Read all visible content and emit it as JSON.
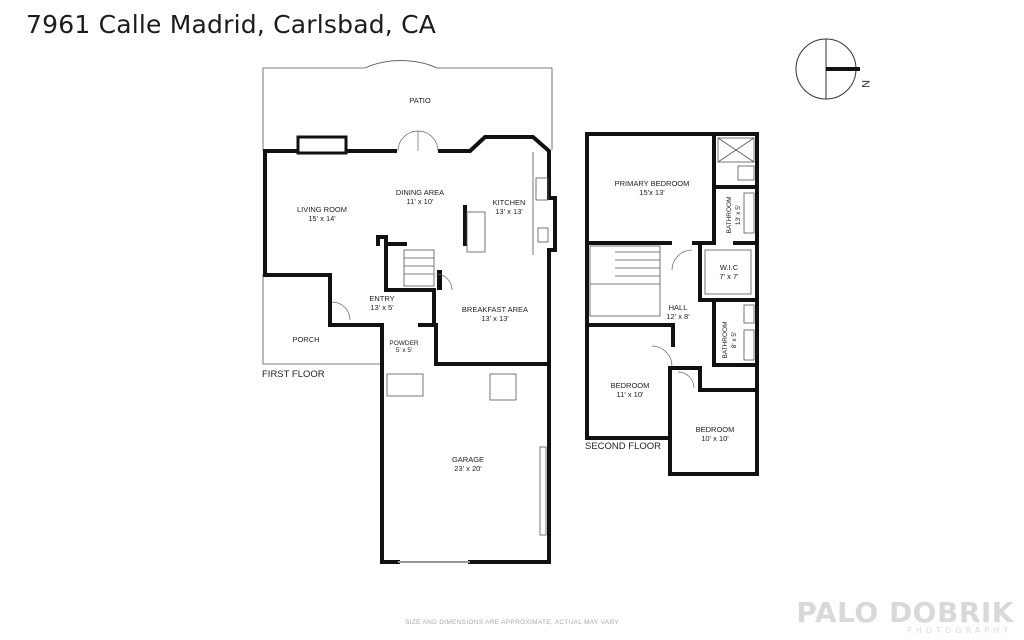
{
  "title": "7961 Calle Madrid, Carlsbad, CA",
  "compass": {
    "letter": "N"
  },
  "first_floor": {
    "label": "FIRST FLOOR",
    "rooms": {
      "patio": {
        "name": "PATIO"
      },
      "living_room": {
        "name": "LIVING ROOM",
        "dims": "15' x 14'"
      },
      "dining_area": {
        "name": "DINING AREA",
        "dims": "11' x 10'"
      },
      "kitchen": {
        "name": "KITCHEN",
        "dims": "13' x 13'"
      },
      "entry": {
        "name": "ENTRY",
        "dims": "13' x 5'"
      },
      "breakfast_area": {
        "name": "BREAKFAST AREA",
        "dims": "13' x 13'"
      },
      "porch": {
        "name": "PORCH"
      },
      "powder": {
        "name": "POWDER",
        "dims": "5' x 5'"
      },
      "garage": {
        "name": "GARAGE",
        "dims": "23' x 20'"
      }
    }
  },
  "second_floor": {
    "label": "SECOND FLOOR",
    "rooms": {
      "primary_bedroom": {
        "name": "PRIMARY BEDROOM",
        "dims": "15'x 13'"
      },
      "primary_bathroom": {
        "name": "BATHROOM",
        "dims": "13' x 5'"
      },
      "wic": {
        "name": "W.I.C",
        "dims": "7' x 7'"
      },
      "hall": {
        "name": "HALL",
        "dims": "12' x 8'"
      },
      "hall_bathroom": {
        "name": "BATHROOM",
        "dims": "8' x 5'"
      },
      "bedroom_1": {
        "name": "BEDROOM",
        "dims": "11' x 10'"
      },
      "bedroom_2": {
        "name": "BEDROOM",
        "dims": "10' x 10'"
      }
    }
  },
  "footer_note": "SIZE AND DIMENSIONS ARE APPROXIMATE, ACTUAL MAY VARY",
  "brand": {
    "name": "PALO DOBRIK",
    "sub": "PHOTOGRAPHY"
  }
}
